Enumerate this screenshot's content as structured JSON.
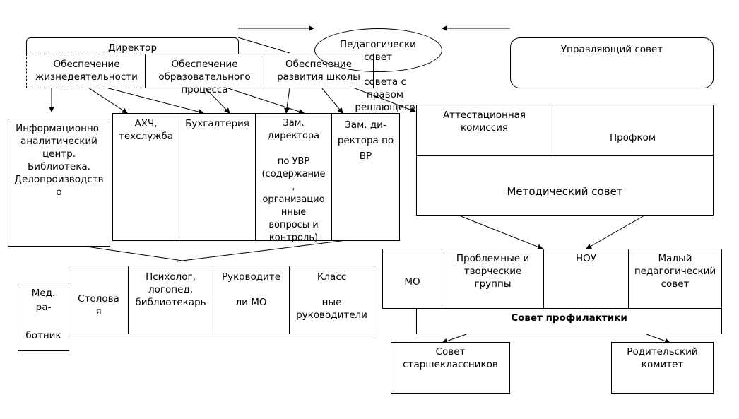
{
  "director": "Директор",
  "provision_life": "Обеспечение\nжизнедеятельности",
  "provision_edu": "Обеспечение\nобразовательного\nпроцесса",
  "provision_dev": "Обеспечение\nразвития школы",
  "ped_council": "Педагогически\nсовет",
  "ped_council_tail": "совета с\nправом\nрешающего",
  "managing_council": "Управляющий совет",
  "info_center": "Информационно-\nаналитический\nцентр.\nБиблиотека.\nДелопроизводств\nо",
  "ahch": "АХЧ,\nтехслужба",
  "accounting": "Бухгалтерия",
  "deputy_uvr": "Зам.\nдиректора\n\nпо УВР\n(содержание\n,\nорганизацио\nнные\nвопросы и\nконтроль)",
  "deputy_vr": "Зам. ди-\nректора по\nВР",
  "attestation": "Аттестационная\nкомиссия",
  "union": "Профком",
  "method_council": "Методический совет",
  "med_worker": "Мед.\nра-\n\nботник",
  "canteen": "Столова\nя",
  "psychologist": "Психолог,\nлогопед,\nбиблиотекарь",
  "mo_heads": "Руководите\n\nли МО",
  "class_teachers": "Класс\n\nные\nруководители",
  "mo": "МО",
  "problem_groups": "Проблемные и\nтворческие\nгруппы",
  "nou": "НОУ",
  "small_ped_council": "Малый\nпедагогический\nсовет",
  "prevention_council": "Совет профилактики",
  "senior_council": "Совет\nстаршеклассников",
  "parent_committee": "Родительский\nкомитет"
}
